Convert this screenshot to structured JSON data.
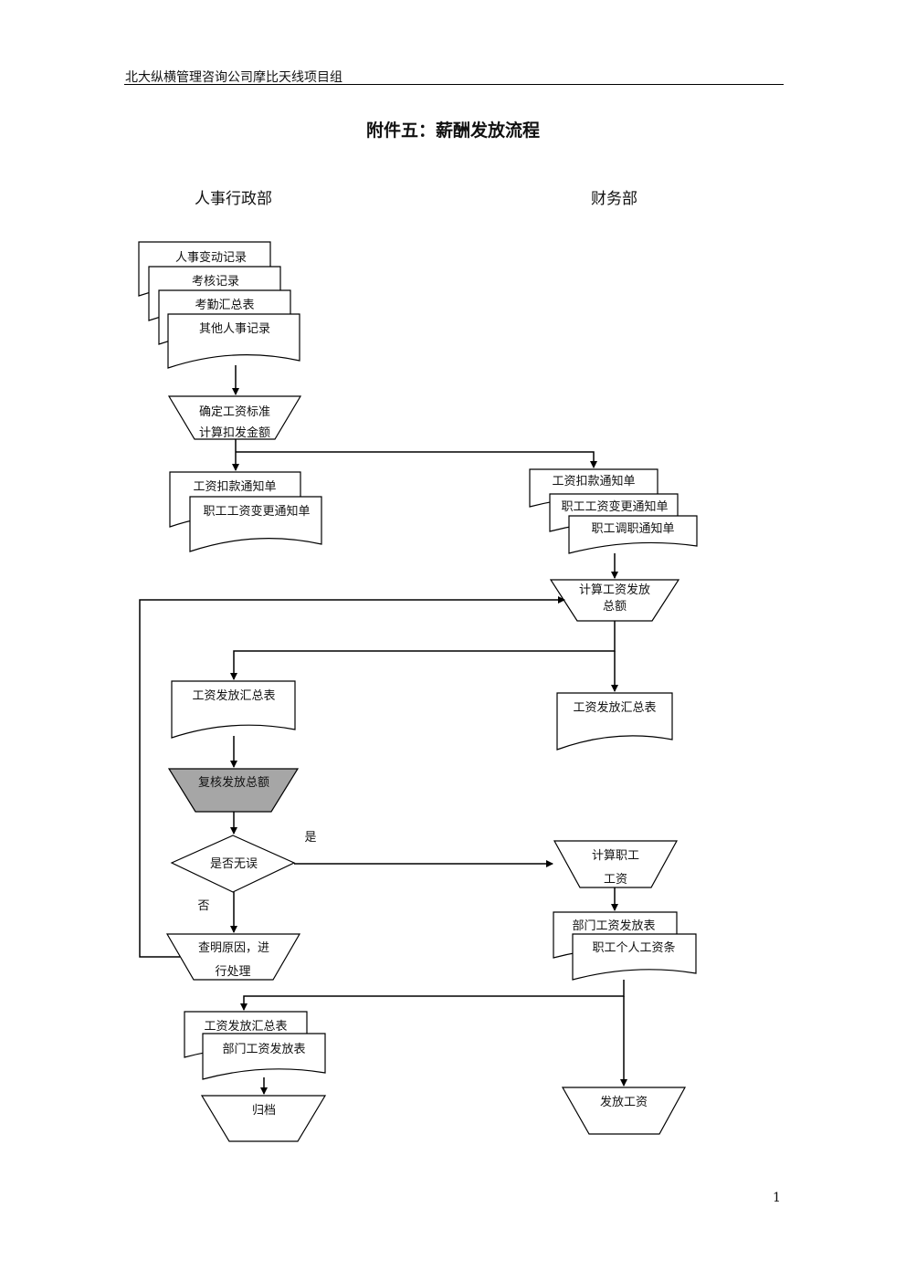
{
  "header": {
    "text": "北大纵横管理咨询公司摩比天线项目组"
  },
  "title": "附件五：薪酬发放流程",
  "lanes": {
    "hr": "人事行政部",
    "finance": "财务部"
  },
  "docs": {
    "hr_records": [
      "人事变动记录",
      "考核记录",
      "考勤汇总表",
      "其他人事记录"
    ],
    "hr_notices": [
      "工资扣款通知单",
      "职工工资变更通知单"
    ],
    "fin_notices": [
      "工资扣款通知单",
      "职工工资变更通知单",
      "职工调职通知单"
    ],
    "hr_summary": "工资发放汇总表",
    "fin_summary": "工资发放汇总表",
    "fin_dept": [
      "部门工资发放表",
      "职工个人工资条"
    ],
    "archive_docs": [
      "工资发放汇总表",
      "部门工资发放表"
    ]
  },
  "steps": {
    "determine": [
      "确定工资标准",
      "计算扣发金额"
    ],
    "calc_total": [
      "计算工资发放",
      "总额"
    ],
    "review": "复核发放总额",
    "decision": "是否无误",
    "yes": "是",
    "no": "否",
    "investigate": [
      "查明原因，进",
      "行处理"
    ],
    "calc_staff": [
      "计算职工",
      "工资"
    ],
    "archive": "归档",
    "pay": "发放工资"
  },
  "colors": {
    "review_fill": "#a6a6a6"
  },
  "page_number": "1"
}
